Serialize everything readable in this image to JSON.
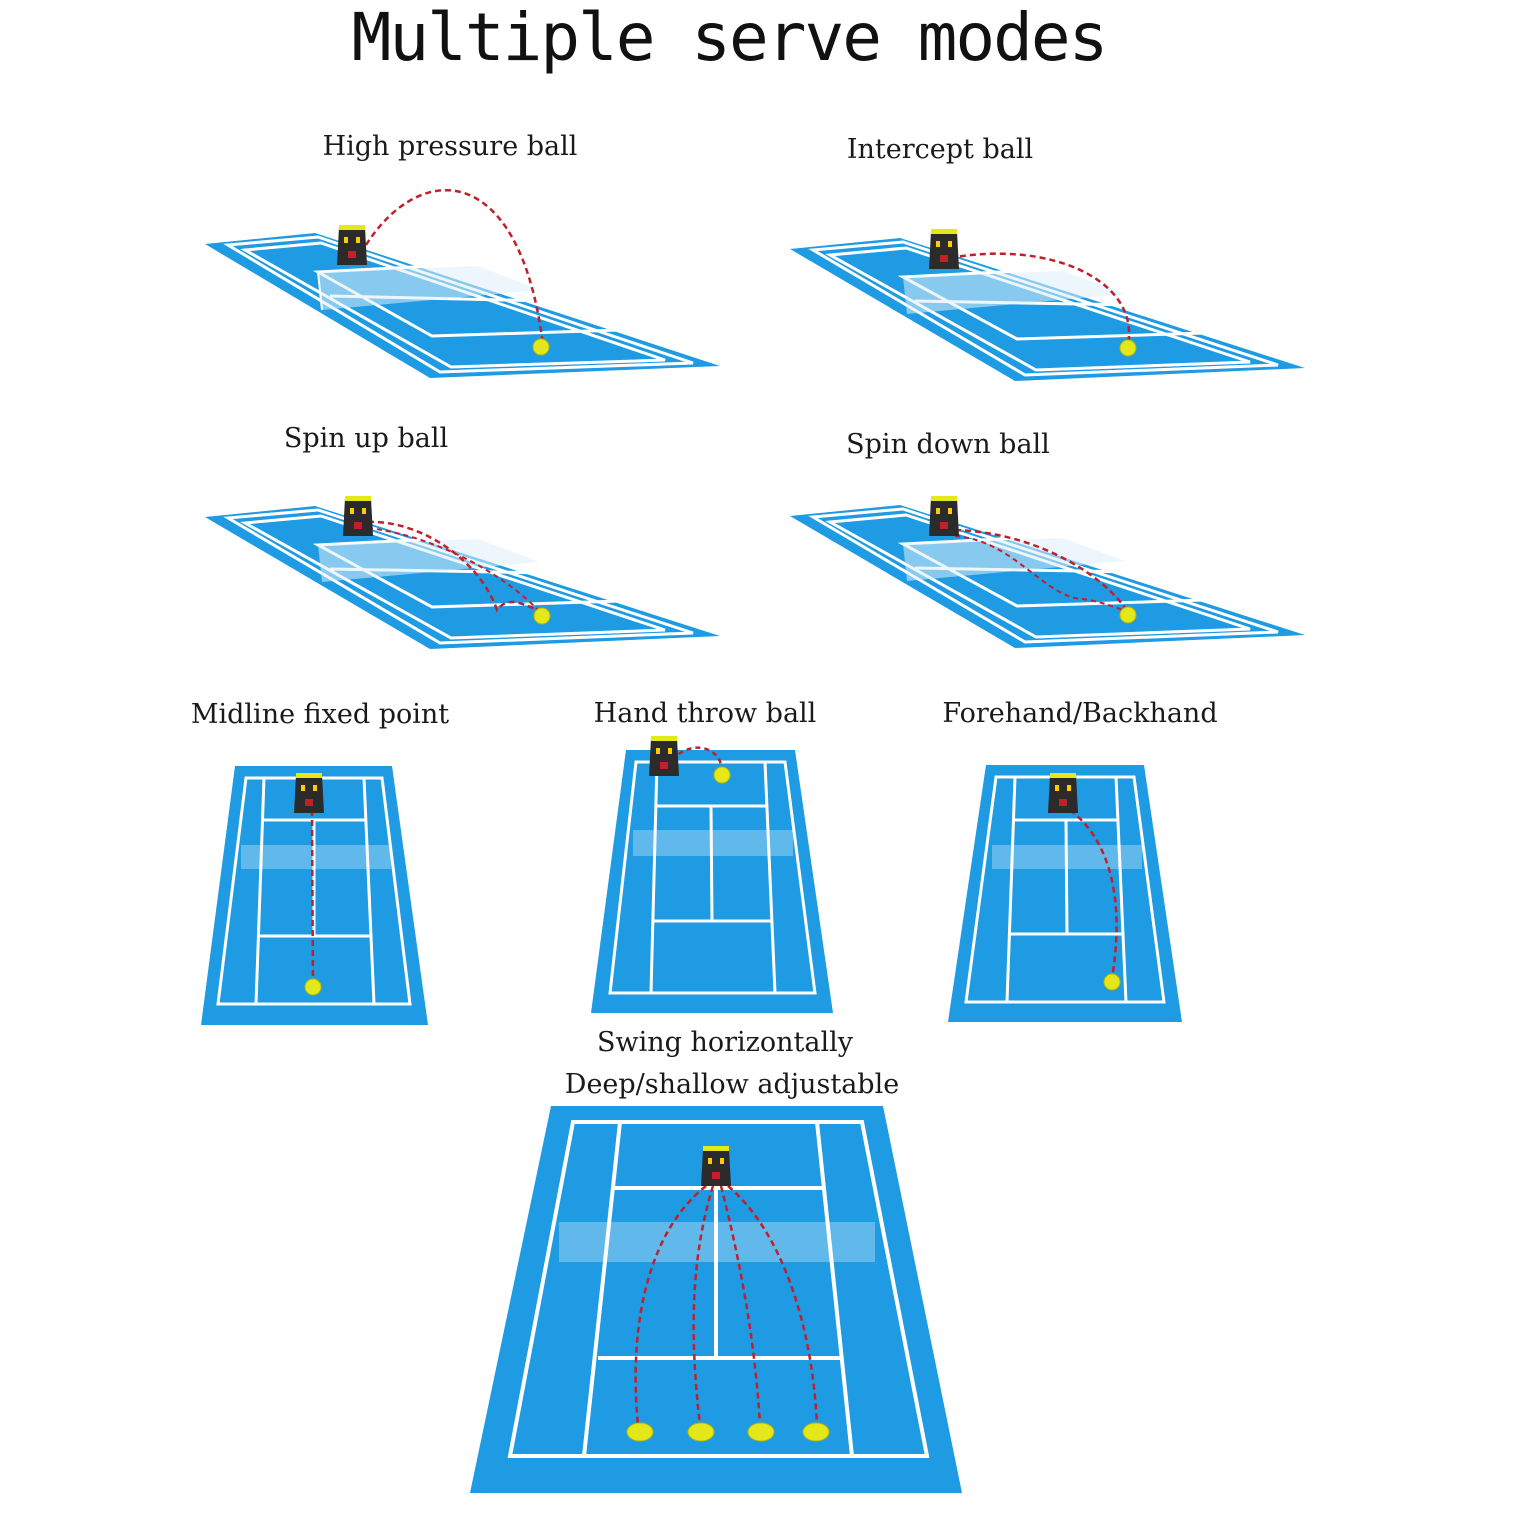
{
  "title": "Multiple serve modes",
  "modes": [
    {
      "key": "high_pressure",
      "label": "High pressure ball"
    },
    {
      "key": "intercept",
      "label": "Intercept ball"
    },
    {
      "key": "spin_up",
      "label": "Spin up ball"
    },
    {
      "key": "spin_down",
      "label": "Spin down ball"
    },
    {
      "key": "midline",
      "label": "Midline fixed point"
    },
    {
      "key": "hand_throw",
      "label": "Hand throw ball"
    },
    {
      "key": "forehand_backhand",
      "label": "Forehand/Backhand"
    },
    {
      "key": "swing",
      "label_line1": "Swing horizontally",
      "label_line2": "Deep/shallow adjustable"
    }
  ],
  "colors": {
    "court": "#1e9be2",
    "court_dark": "#1680c4",
    "lines": "#ffffff",
    "trajectory": "#c0202a",
    "ball": "#e4e81a",
    "machine": "#2b2b2b",
    "net": "#cde6f6"
  },
  "icons": {
    "machine": "ball-machine-icon",
    "ball": "tennis-ball-icon"
  }
}
